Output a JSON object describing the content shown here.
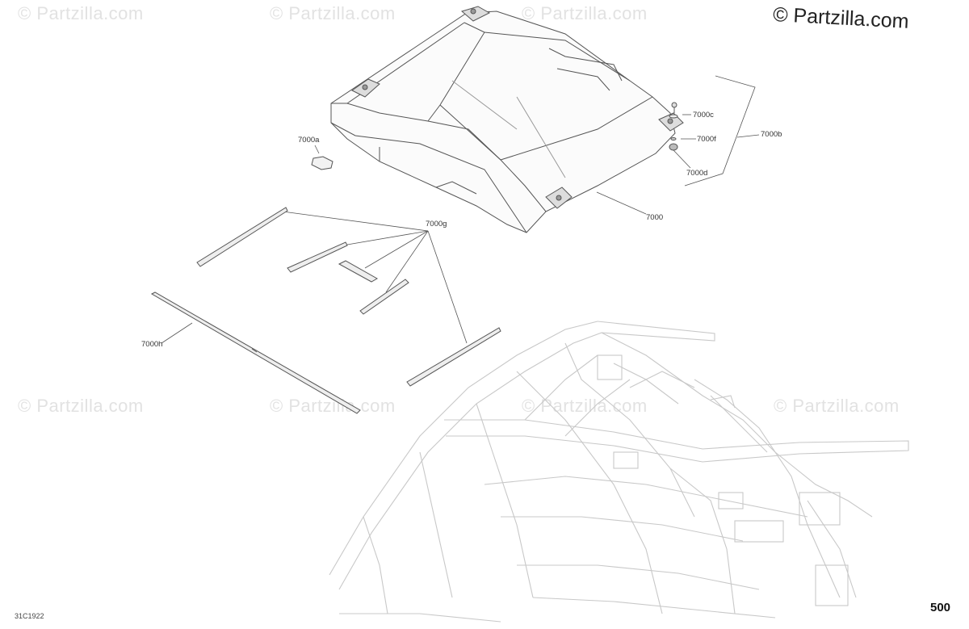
{
  "watermark": {
    "text": "© Partzilla.com",
    "copies": [
      "© Partzilla.com",
      "© Partzilla.com",
      "© Partzilla.com",
      "© Partzilla.com",
      "© Partzilla.com",
      "© Partzilla.com",
      "© Partzilla.com",
      "© Partzilla.com"
    ]
  },
  "brand": "© Partzilla.com",
  "callouts": {
    "roof": "7000",
    "roof_a": "7000a",
    "roof_b": "7000b",
    "roof_c": "7000c",
    "roof_d": "7000d",
    "roof_f": "7000f",
    "roof_g": "7000g",
    "roof_h": "7000h"
  },
  "reference_code": "31C1922",
  "page_number": "500",
  "colors": {
    "line": "#555555",
    "frame": "#c8c8c8",
    "watermark": "#e2e2e2"
  }
}
